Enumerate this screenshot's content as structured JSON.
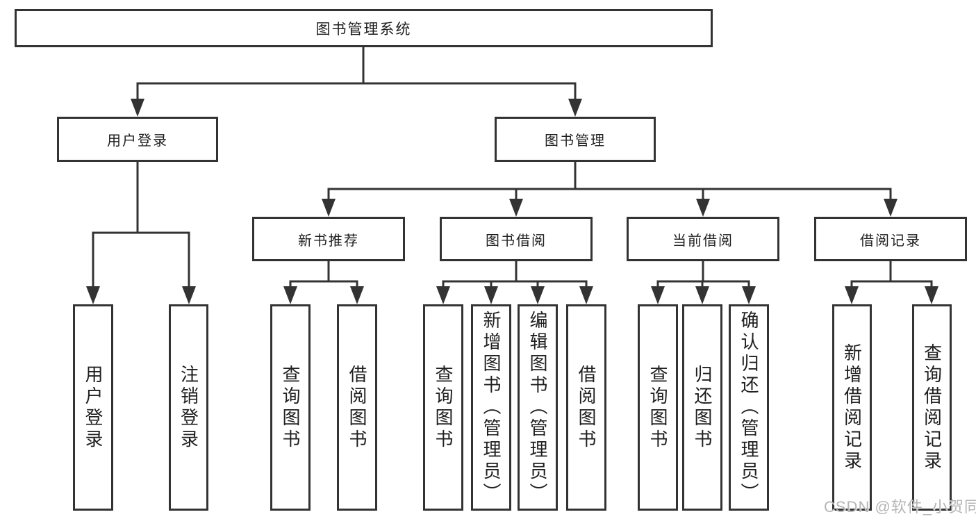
{
  "diagram": {
    "root": {
      "label": "图书管理系统"
    },
    "branches": [
      {
        "label": "用户登录",
        "children": [
          {
            "label": "用户登录"
          },
          {
            "label": "注销登录"
          }
        ]
      },
      {
        "label": "图书管理",
        "children": [
          {
            "label": "新书推荐",
            "children": [
              {
                "label": "查询图书"
              },
              {
                "label": "借阅图书"
              }
            ]
          },
          {
            "label": "图书借阅",
            "children": [
              {
                "label": "查询图书"
              },
              {
                "label": "新增图书（管理员）"
              },
              {
                "label": "编辑图书（管理员）"
              },
              {
                "label": "借阅图书"
              }
            ]
          },
          {
            "label": "当前借阅",
            "children": [
              {
                "label": "查询图书"
              },
              {
                "label": "归还图书"
              },
              {
                "label": "确认归还（管理员）"
              }
            ]
          },
          {
            "label": "借阅记录",
            "children": [
              {
                "label": "新增借阅记录"
              },
              {
                "label": "查询借阅记录"
              }
            ]
          }
        ]
      }
    ]
  },
  "watermark": {
    "text": "CSDN @软件_小贺同学"
  },
  "colors": {
    "line": "#333333",
    "text": "#1f1f1f",
    "watermark": "#b5b5b5",
    "background": "#ffffff"
  }
}
